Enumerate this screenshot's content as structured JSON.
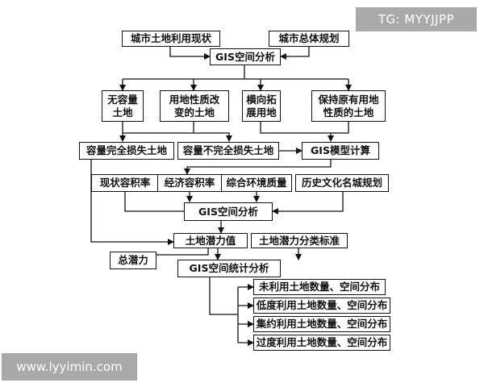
{
  "watermarks": {
    "top": "TG: MYYJJPP",
    "bottom": "www.lyyimin.com"
  },
  "nodes": {
    "urban_land_use_status": "城市土地利用现状",
    "urban_master_plan": "城市总体规划",
    "gis_spatial_analysis_1": "GIS空间分析",
    "no_capacity_land": "无容量\n土地",
    "land_use_change": "用地性质改\n变的土地",
    "horizontal_expansion": "横向拓\n展用地",
    "keep_original_land": "保持原有用地\n性质的土地",
    "capacity_total_loss": "容量完全损失土地",
    "capacity_partial_loss": "容量不完全损失土地",
    "gis_model_calc": "GIS模型计算",
    "current_plot_ratio": "现状容积率",
    "economic_plot_ratio": "经济容积率",
    "environment_quality": "综合环境质量",
    "historic_city_plan": "历史文化名城规划",
    "gis_spatial_analysis_2": "GIS空间分析",
    "land_potential_value": "土地潜力值",
    "land_potential_standard": "土地潜力分类标准",
    "total_potential": "总潜力",
    "gis_spatial_stat": "GIS空间统计分析",
    "unused_land": "未利用土地数量、空间分布",
    "low_intensity_land": "低度利用土地数量、空间分布",
    "intensive_land": "集约利用土地数量、空间分布",
    "over_used_land": "过度利用土地数量、空间分布"
  },
  "colors": {
    "line": "#111111",
    "watermark_bg": "#a9a9a9"
  }
}
